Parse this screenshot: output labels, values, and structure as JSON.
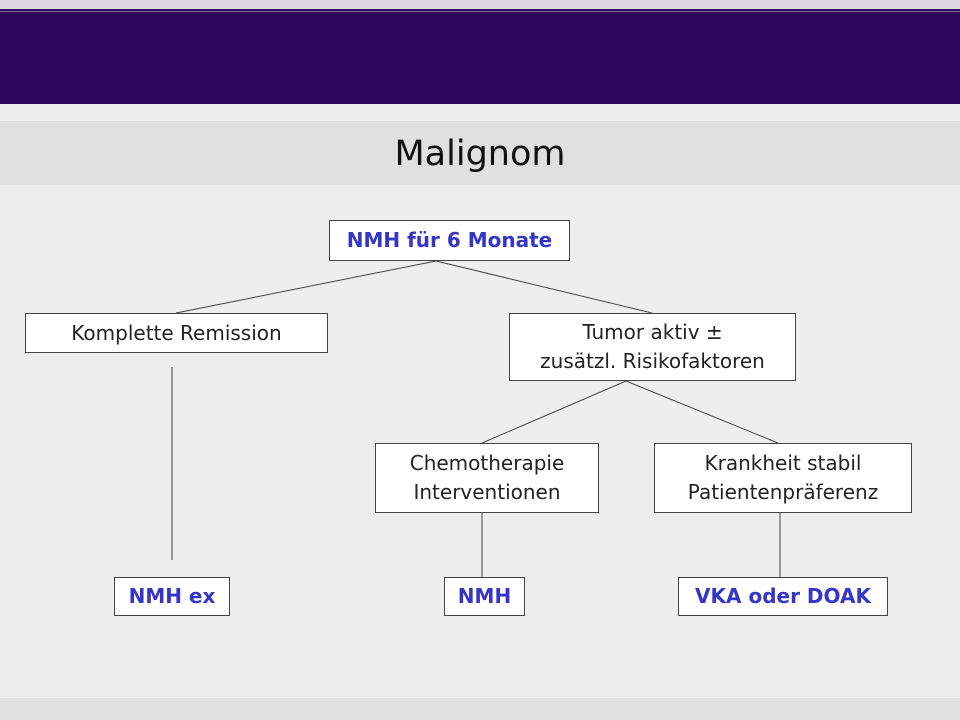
{
  "slide": {
    "title": "Malignom"
  },
  "nodes": {
    "root": "NMH für 6 Monate",
    "remission": "Komplette Remission",
    "tumor": "Tumor aktiv ±\nzusätzl. Risikofaktoren",
    "chemo": "Chemotherapie\nInterventionen",
    "stable": "Krankheit stabil\nPatientenpräferenz",
    "nmh_ex": "NMH ex",
    "nmh": "NMH",
    "vka": "VKA oder DOAK"
  },
  "colors": {
    "header": "#30075c",
    "accent_text": "#3535c8"
  }
}
